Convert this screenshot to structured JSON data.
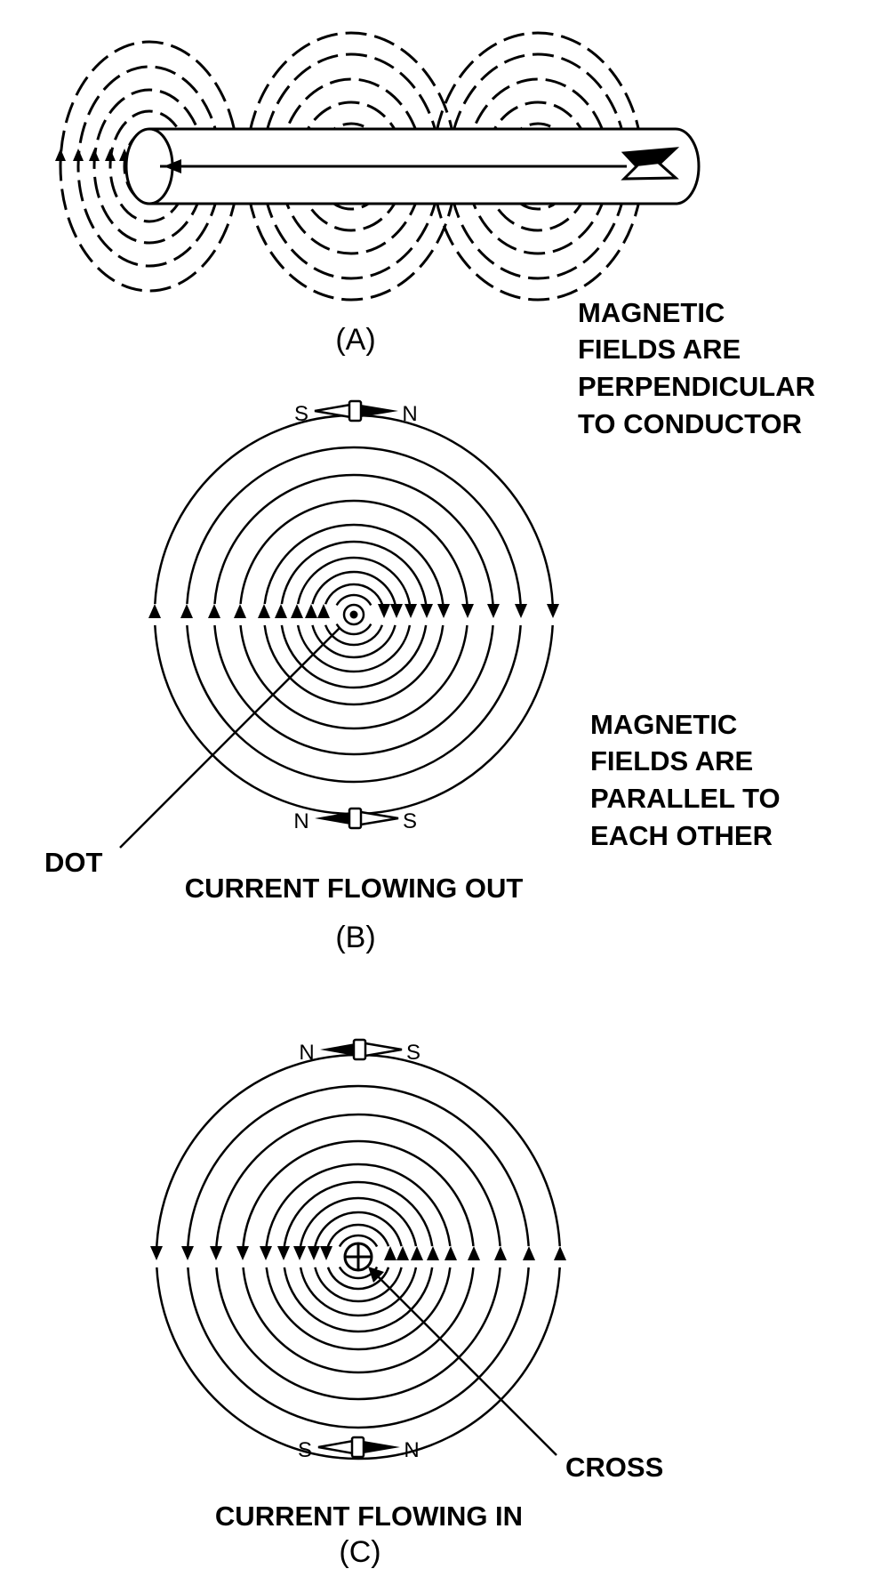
{
  "panels": {
    "a": {
      "label": "(A)",
      "note": [
        "MAGNETIC",
        "FIELDS ARE",
        "PERPENDICULAR",
        "TO CONDUCTOR"
      ]
    },
    "b": {
      "label": "(B)",
      "caption": "CURRENT FLOWING OUT",
      "pointer_label": "DOT",
      "note": [
        "MAGNETIC",
        "FIELDS ARE",
        "PARALLEL TO",
        "EACH OTHER"
      ],
      "compass_top": {
        "left": "S",
        "right": "N"
      },
      "compass_bottom": {
        "left": "N",
        "right": "S"
      }
    },
    "c": {
      "label": "(C)",
      "caption": "CURRENT FLOWING IN",
      "pointer_label": "CROSS",
      "compass_top": {
        "left": "N",
        "right": "S"
      },
      "compass_bottom": {
        "left": "S",
        "right": "N"
      }
    }
  },
  "colors": {
    "ink": "#000000",
    "paper": "#ffffff"
  }
}
